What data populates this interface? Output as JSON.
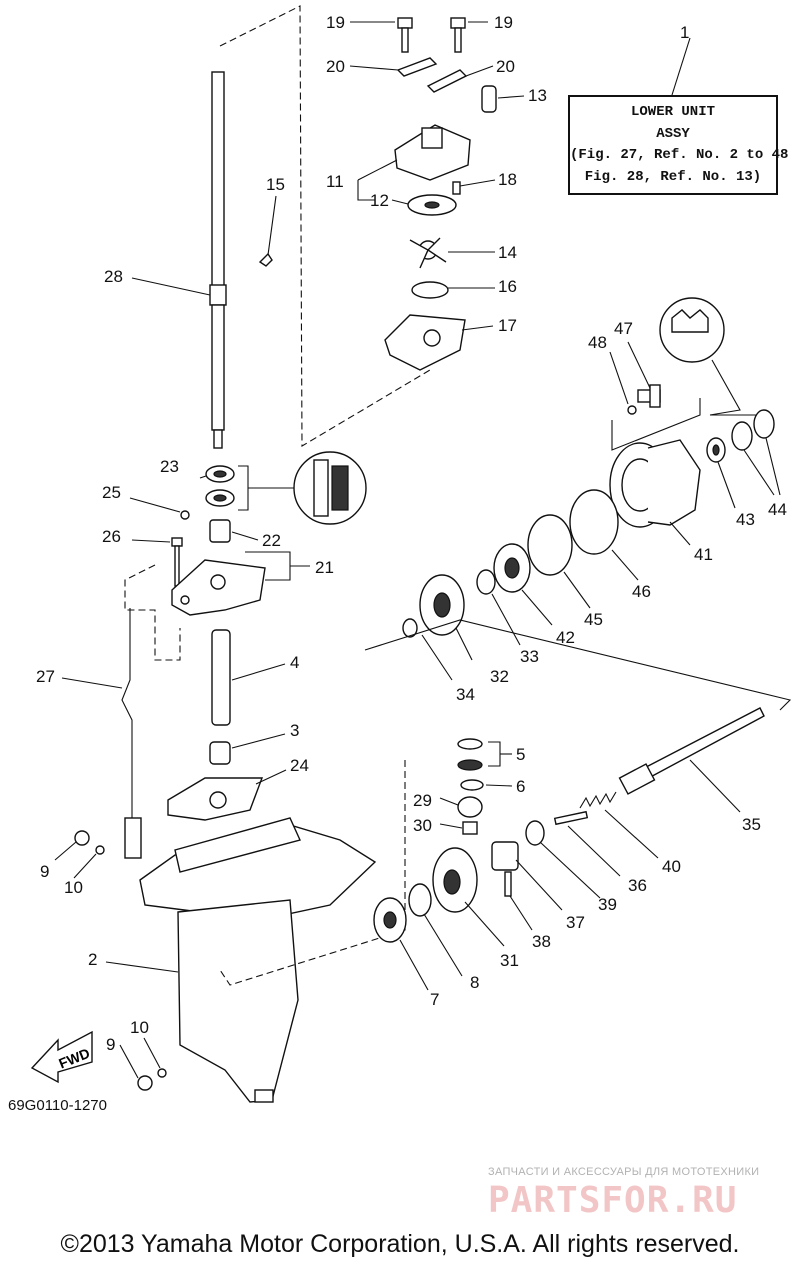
{
  "assy_box": {
    "line1": "LOWER UNIT",
    "line2": "ASSY",
    "line3": "(Fig. 27, Ref. No. 2 to 48",
    "line4": "Fig. 28, Ref. No. 13)"
  },
  "fwd_label": "FWD",
  "figure_code": "69G0110-1270",
  "watermark": {
    "tagline": "ЗАПЧАСТИ И АКСЕССУАРЫ ДЛЯ МОТОТЕХНИКИ",
    "brand": "PARTSFOR.RU"
  },
  "copyright": "©2013 Yamaha Motor Corporation, U.S.A. All rights reserved.",
  "callouts": {
    "c1": "1",
    "c2": "2",
    "c3": "3",
    "c4": "4",
    "c5": "5",
    "c6": "6",
    "c7": "7",
    "c8": "8",
    "c9a": "9",
    "c9b": "9",
    "c10a": "10",
    "c10b": "10",
    "c11": "11",
    "c12": "12",
    "c13": "13",
    "c14": "14",
    "c15": "15",
    "c16": "16",
    "c17": "17",
    "c18": "18",
    "c19a": "19",
    "c19b": "19",
    "c20a": "20",
    "c20b": "20",
    "c21": "21",
    "c22": "22",
    "c23": "23",
    "c24": "24",
    "c25": "25",
    "c26": "26",
    "c27": "27",
    "c28": "28",
    "c29": "29",
    "c30": "30",
    "c31": "31",
    "c32": "32",
    "c33": "33",
    "c34": "34",
    "c35": "35",
    "c36": "36",
    "c37": "37",
    "c38": "38",
    "c39": "39",
    "c40": "40",
    "c41": "41",
    "c42": "42",
    "c43": "43",
    "c44": "44",
    "c45": "45",
    "c46": "46",
    "c47": "47",
    "c48": "48"
  }
}
